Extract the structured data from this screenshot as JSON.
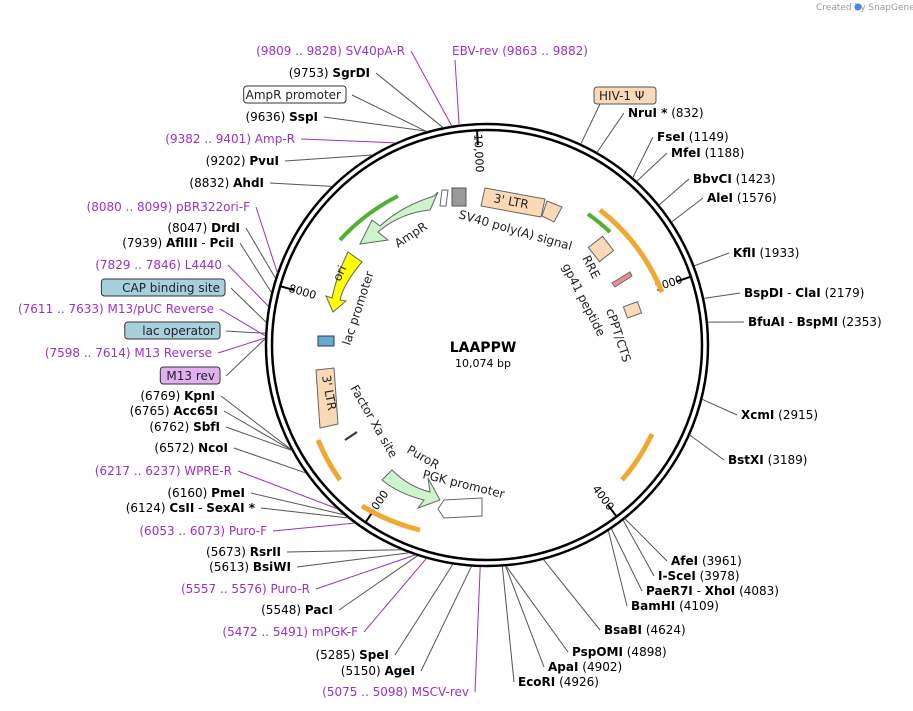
{
  "watermark": "Created by SnapGene",
  "plasmid": {
    "name": "LAAPPW",
    "length_label": "10,074 bp",
    "total_bp": 10074
  },
  "ticks": [
    {
      "bp": 10000,
      "label": "10,000"
    },
    {
      "bp": 2000,
      "label": "2000"
    },
    {
      "bp": 4000,
      "label": "4000"
    },
    {
      "bp": 6000,
      "label": "6000"
    },
    {
      "bp": 8000,
      "label": "8000"
    }
  ],
  "right_labels": [
    {
      "name": "NruI *",
      "pos": "(832)",
      "bp": 832
    },
    {
      "name": "FseI",
      "pos": "(1149)",
      "bp": 1149
    },
    {
      "name": "MfeI",
      "pos": "(1188)",
      "bp": 1188
    },
    {
      "name": "BbvCI",
      "pos": "(1423)",
      "bp": 1423
    },
    {
      "name": "AleI",
      "pos": "(1576)",
      "bp": 1576
    },
    {
      "name": "KflI",
      "pos": "(1933)",
      "bp": 1933
    },
    {
      "name": "BspDI",
      "name2": "ClaI",
      "pos": "(2179)",
      "bp": 2179
    },
    {
      "name": "BfuAI",
      "name2": "BspMI",
      "pos": "(2353)",
      "bp": 2353
    },
    {
      "name": "XcmI",
      "pos": "(2915)",
      "bp": 2915
    },
    {
      "name": "BstXI",
      "pos": "(3189)",
      "bp": 3189
    },
    {
      "name": "AfeI",
      "pos": "(3961)",
      "bp": 3961
    },
    {
      "name": "I-SceI",
      "pos": "(3978)",
      "bp": 3978
    },
    {
      "name": "PaeR7I",
      "name2": "XhoI",
      "pos": "(4083)",
      "bp": 4083
    },
    {
      "name": "BamHI",
      "pos": "(4109)",
      "bp": 4109
    },
    {
      "name": "BsaBI",
      "pos": "(4624)",
      "bp": 4624
    },
    {
      "name": "PspOMI",
      "pos": "(4898)",
      "bp": 4898
    },
    {
      "name": "ApaI",
      "pos": "(4902)",
      "bp": 4902
    },
    {
      "name": "EcoRI",
      "pos": "(4926)",
      "bp": 4926
    }
  ],
  "left_labels": [
    {
      "kind": "primer",
      "range": "(9809 .. 9828)",
      "name": "SV40pA-R",
      "bp": 9818
    },
    {
      "kind": "enzyme",
      "name": "SgrDI",
      "pos": "(9753)",
      "bp": 9753
    },
    {
      "kind": "feature",
      "name": "AmpR promoter",
      "bp": 9630
    },
    {
      "kind": "enzyme",
      "name": "SspI",
      "pos": "(9636)",
      "bp": 9636
    },
    {
      "kind": "primer",
      "range": "(9382 .. 9401)",
      "name": "Amp-R",
      "bp": 9391
    },
    {
      "kind": "enzyme",
      "name": "PvuI",
      "pos": "(9202)",
      "bp": 9202
    },
    {
      "kind": "enzyme",
      "name": "AhdI",
      "pos": "(8832)",
      "bp": 8832
    },
    {
      "kind": "primer",
      "range": "(8080 .. 8099)",
      "name": "pBR322ori-F",
      "bp": 8090
    },
    {
      "kind": "enzyme",
      "name": "DrdI",
      "pos": "(8047)",
      "bp": 8047
    },
    {
      "kind": "enzyme",
      "name": "AflIII",
      "name2": "PciI",
      "pos": "(7939)",
      "bp": 7939
    },
    {
      "kind": "primer",
      "range": "(7829 .. 7846)",
      "name": "L4440",
      "bp": 7837
    },
    {
      "kind": "feature",
      "name": "CAP binding site",
      "bp": 7720
    },
    {
      "kind": "primer",
      "range": "(7611 .. 7633)",
      "name": "M13/pUC Reverse",
      "bp": 7622
    },
    {
      "kind": "feature",
      "name": "lac operator",
      "bp": 7640
    },
    {
      "kind": "primer",
      "range": "(7598 .. 7614)",
      "name": "M13 Reverse",
      "bp": 7606
    },
    {
      "kind": "feature",
      "name": "M13 rev",
      "bp": 7600
    },
    {
      "kind": "enzyme",
      "name": "KpnI",
      "pos": "(6769)",
      "bp": 6769
    },
    {
      "kind": "enzyme",
      "name": "Acc65I",
      "pos": "(6765)",
      "bp": 6765
    },
    {
      "kind": "enzyme",
      "name": "SbfI",
      "pos": "(6762)",
      "bp": 6762
    },
    {
      "kind": "enzyme",
      "name": "NcoI",
      "pos": "(6572)",
      "bp": 6572
    },
    {
      "kind": "primer",
      "range": "(6217 .. 6237)",
      "name": "WPRE-R",
      "bp": 6227
    },
    {
      "kind": "enzyme",
      "name": "PmeI",
      "pos": "(6160)",
      "bp": 6160
    },
    {
      "kind": "enzyme",
      "name": "CsII",
      "name2": "SexAI *",
      "pos": "(6124)",
      "bp": 6124
    },
    {
      "kind": "primer",
      "range": "(6053 .. 6073)",
      "name": "Puro-F",
      "bp": 6063
    },
    {
      "kind": "enzyme",
      "name": "RsrII",
      "pos": "(5673)",
      "bp": 5673
    },
    {
      "kind": "enzyme",
      "name": "BsiWI",
      "pos": "(5613)",
      "bp": 5613
    },
    {
      "kind": "primer",
      "range": "(5557 .. 5576)",
      "name": "Puro-R",
      "bp": 5566
    },
    {
      "kind": "enzyme",
      "name": "PacI",
      "pos": "(5548)",
      "bp": 5548
    },
    {
      "kind": "primer",
      "range": "(5472 .. 5491)",
      "name": "mPGK-F",
      "bp": 5481
    },
    {
      "kind": "enzyme",
      "name": "SpeI",
      "pos": "(5285)",
      "bp": 5285
    },
    {
      "kind": "enzyme",
      "name": "AgeI",
      "pos": "(5150)",
      "bp": 5150
    },
    {
      "kind": "primer",
      "range": "(5075 .. 5098)",
      "name": "MSCV-rev",
      "bp": 5086
    }
  ],
  "top_primers": [
    {
      "name": "EBV-rev",
      "range": "(9863 .. 9882)",
      "bp": 9872
    }
  ],
  "boxed_features": [
    {
      "name": "HIV-1 Ψ",
      "bp": 700
    }
  ],
  "inner_features": [
    {
      "name": "3' LTR",
      "color": "#fcd9b6"
    },
    {
      "name": "SV40 poly(A) signal"
    },
    {
      "name": "RRE"
    },
    {
      "name": "gp41 peptide"
    },
    {
      "name": "cPPT/CTS"
    },
    {
      "name": "AmpR",
      "color": "#ccf5cc"
    },
    {
      "name": "ori",
      "color": "#ffff00"
    },
    {
      "name": "lac promoter"
    },
    {
      "name": "3' LTR",
      "color": "#fcd9b6"
    },
    {
      "name": "Factor Xa site"
    },
    {
      "name": "PuroR",
      "color": "#ccf5cc"
    },
    {
      "name": "PGK promoter"
    }
  ],
  "colors": {
    "enzyme": "#000000",
    "primer": "#9b30c8",
    "ltr": "#fcd9b6",
    "amp": "#ccf5cc",
    "ori": "#ffff00",
    "cap": "#a8d0dc",
    "m13": "#e0b0f0",
    "orange_arrow": "#f0a830",
    "green_arrow": "#50b030"
  }
}
